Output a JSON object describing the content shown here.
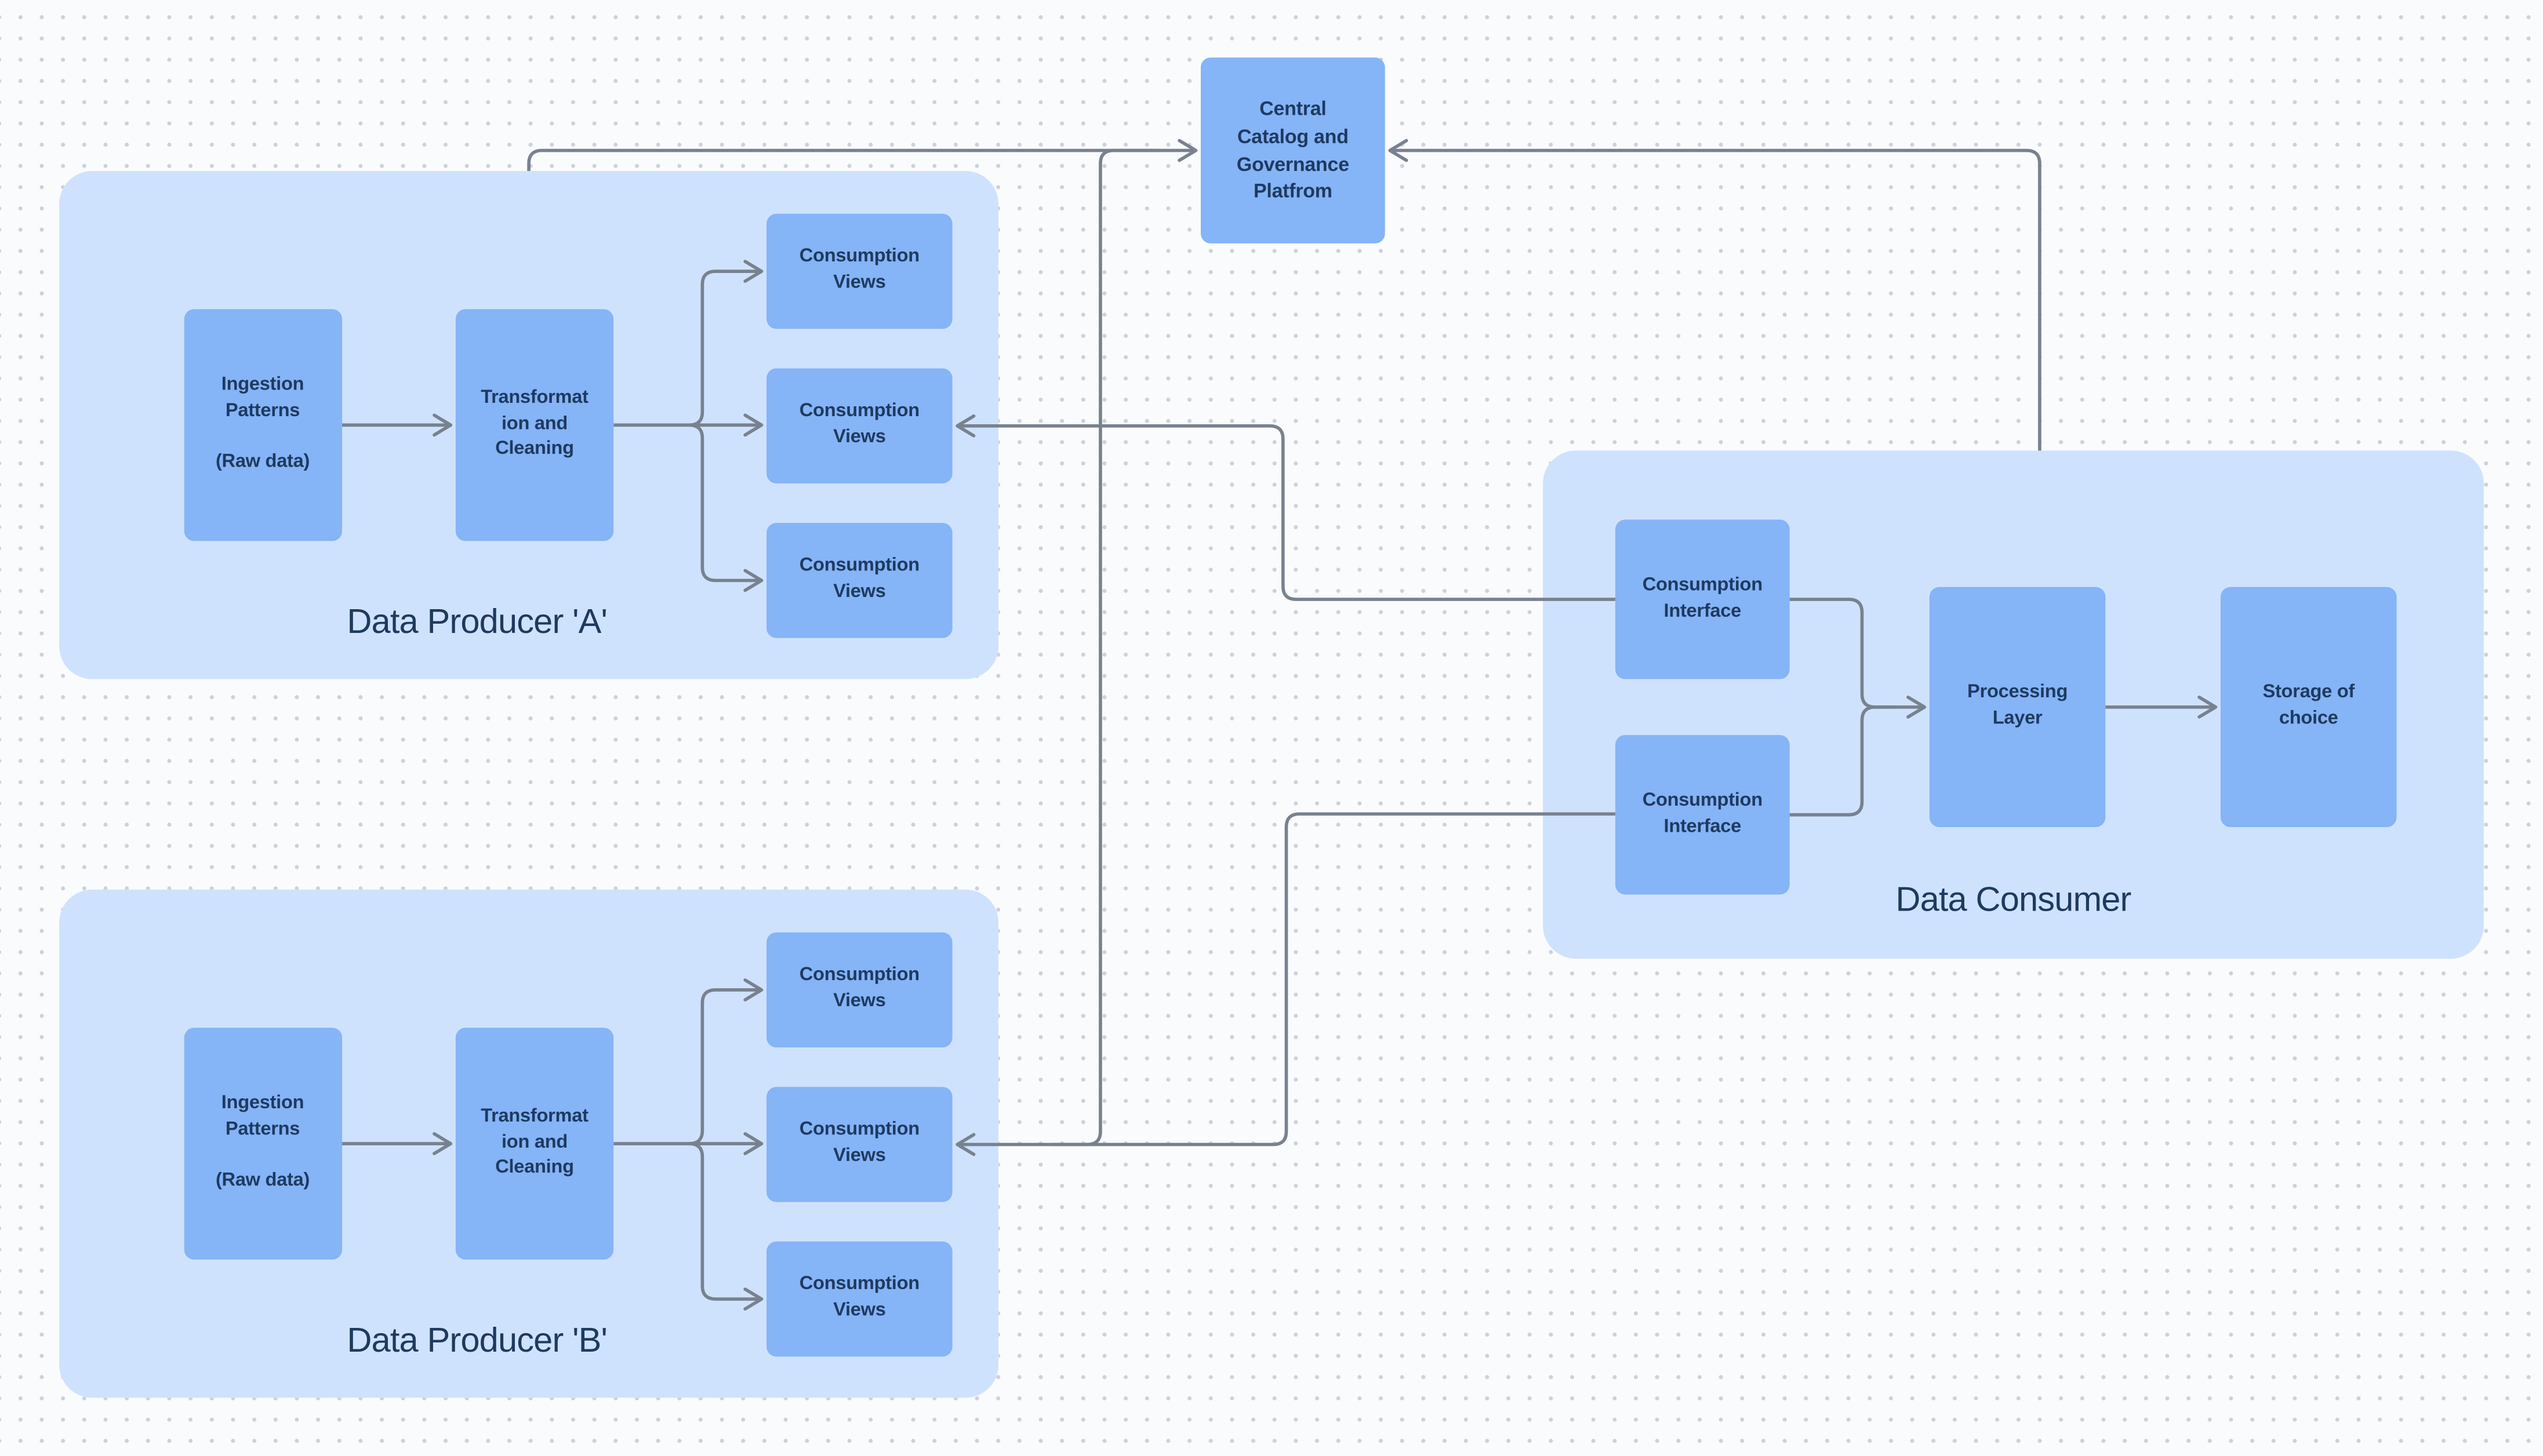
{
  "canvas": {
    "background_color": "#fafbfd",
    "dot_color": "#ccd2dc"
  },
  "palette": {
    "node_fill": "#85b4f7",
    "container_fill": "#cfe2fd",
    "text_color": "#1e3a5f",
    "connector_color": "#78828f"
  },
  "catalog": {
    "label": "Central\nCatalog and\nGovernance\nPlatfrom"
  },
  "producer_a": {
    "label": "Data Producer 'A'",
    "ingestion": "Ingestion\nPatterns\n\n(Raw data)",
    "transformation": "Transformat\nion and\nCleaning",
    "views": [
      "Consumption\nViews",
      "Consumption\nViews",
      "Consumption\nViews"
    ]
  },
  "producer_b": {
    "label": "Data Producer 'B'",
    "ingestion": "Ingestion\nPatterns\n\n(Raw data)",
    "transformation": "Transformat\nion and\nCleaning",
    "views": [
      "Consumption\nViews",
      "Consumption\nViews",
      "Consumption\nViews"
    ]
  },
  "consumer": {
    "label": "Data Consumer",
    "interfaces": [
      "Consumption\nInterface",
      "Consumption\nInterface"
    ],
    "processing": "Processing\nLayer",
    "storage": "Storage of\nchoice"
  }
}
